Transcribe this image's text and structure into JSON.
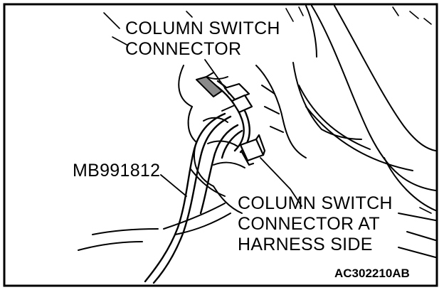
{
  "labels": {
    "column_switch_connector": [
      "COLUMN SWITCH",
      "CONNECTOR"
    ],
    "tool": "MB991812",
    "harness_side_connector": [
      "COLUMN SWITCH",
      "CONNECTOR AT",
      "HARNESS SIDE"
    ]
  },
  "figure_code": {
    "id": "AC302210",
    "suffix": "AB"
  }
}
